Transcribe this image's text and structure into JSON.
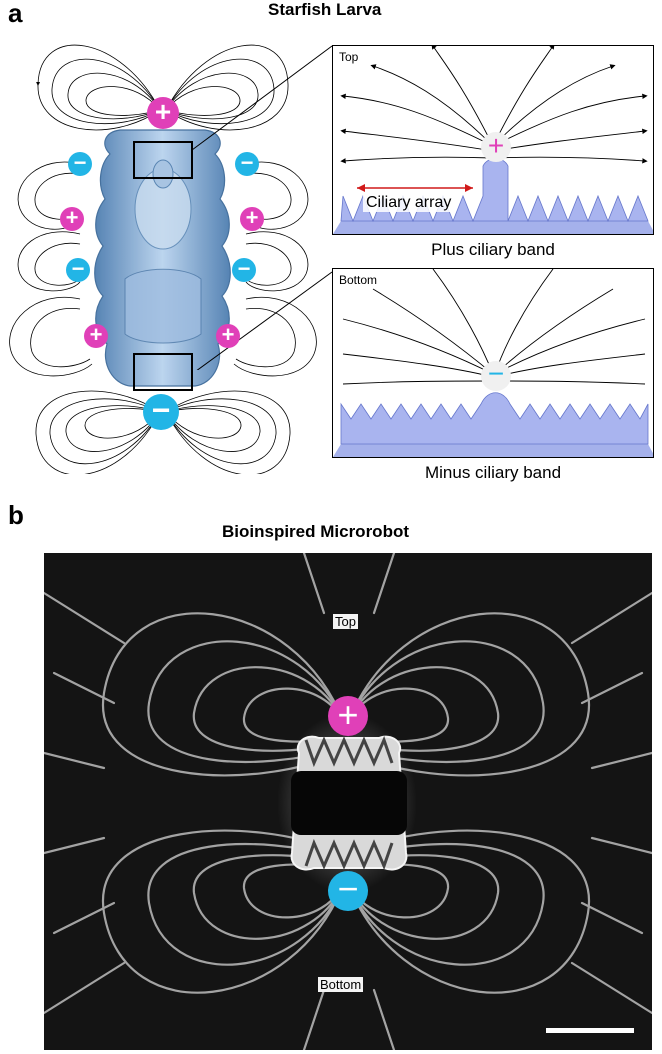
{
  "panel_a": {
    "letter": "a",
    "title": "Starfish Larva",
    "plus_sign": "+",
    "minus_sign": "−",
    "inset_top": {
      "corner_label": "Top",
      "array_label": "Ciliary array",
      "caption": "Plus ciliary band"
    },
    "inset_bottom": {
      "corner_label": "Bottom",
      "caption": "Minus ciliary band"
    }
  },
  "panel_b": {
    "letter": "b",
    "title": "Bioinspired Microrobot",
    "top_label": "Top",
    "bottom_label": "Bottom",
    "plus_sign": "+",
    "minus_sign": "−"
  },
  "colors": {
    "plus": "#e040b8",
    "minus": "#22b5e6",
    "larva_body": "#8fb4d8",
    "cilia": "#8f9ee6",
    "arrow_red": "#d11a1a"
  }
}
